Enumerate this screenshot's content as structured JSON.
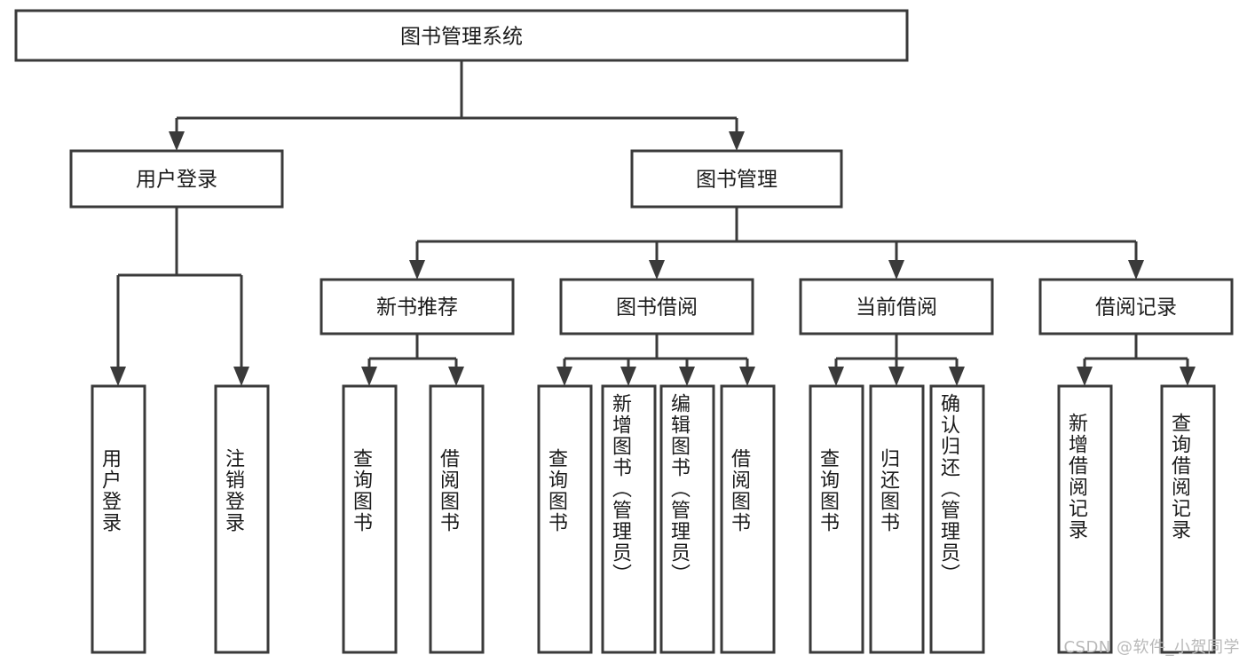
{
  "diagram": {
    "type": "tree",
    "title": "图书管理系统",
    "orientation": "top-down",
    "watermark": "CSDN @软件_小贺同学",
    "colors": {
      "box_fill": "#ffffff",
      "box_stroke": "#3a3a3a",
      "text": "#1b1b1b",
      "watermark": "#b9b9b9",
      "background": "#ffffff"
    },
    "levels": {
      "root": "图书管理系统",
      "level2": [
        "用户登录",
        "图书管理"
      ],
      "level3": [
        "新书推荐",
        "图书借阅",
        "当前借阅",
        "借阅记录"
      ],
      "level4_groups": [
        {
          "parent": "用户登录",
          "children": [
            "用户登录",
            "注销登录"
          ]
        },
        {
          "parent": "新书推荐",
          "children": [
            "查询图书",
            "借阅图书"
          ]
        },
        {
          "parent": "图书借阅",
          "children": [
            "查询图书",
            "新增图书（管理员）",
            "编辑图书（管理员）",
            "借阅图书"
          ]
        },
        {
          "parent": "当前借阅",
          "children": [
            "查询图书",
            "归还图书",
            "确认归还（管理员）"
          ]
        },
        {
          "parent": "借阅记录",
          "children": [
            "新增借阅记录",
            "查询借阅记录"
          ]
        }
      ]
    },
    "nodes": {
      "root": {
        "label": "图书管理系统"
      },
      "user_login": {
        "label": "用户登录"
      },
      "book_manage": {
        "label": "图书管理"
      },
      "new_book_rec": {
        "label": "新书推荐"
      },
      "book_borrow": {
        "label": "图书借阅"
      },
      "current_borrow": {
        "label": "当前借阅"
      },
      "borrow_record": {
        "label": "借阅记录"
      },
      "leaf_user_login": {
        "label": "用户登录"
      },
      "leaf_logout": {
        "label": "注销登录"
      },
      "leaf_query_book_1": {
        "label": "查询图书"
      },
      "leaf_borrow_book_1": {
        "label": "借阅图书"
      },
      "leaf_query_book_2": {
        "label": "查询图书"
      },
      "leaf_add_book_admin": {
        "label": "新增图书（管理员）"
      },
      "leaf_edit_book_admin": {
        "label": "编辑图书（管理员）"
      },
      "leaf_borrow_book_2": {
        "label": "借阅图书"
      },
      "leaf_query_book_3": {
        "label": "查询图书"
      },
      "leaf_return_book": {
        "label": "归还图书"
      },
      "leaf_confirm_return_admin": {
        "label": "确认归还（管理员）"
      },
      "leaf_add_record": {
        "label": "新增借阅记录"
      },
      "leaf_query_record": {
        "label": "查询借阅记录"
      }
    }
  }
}
